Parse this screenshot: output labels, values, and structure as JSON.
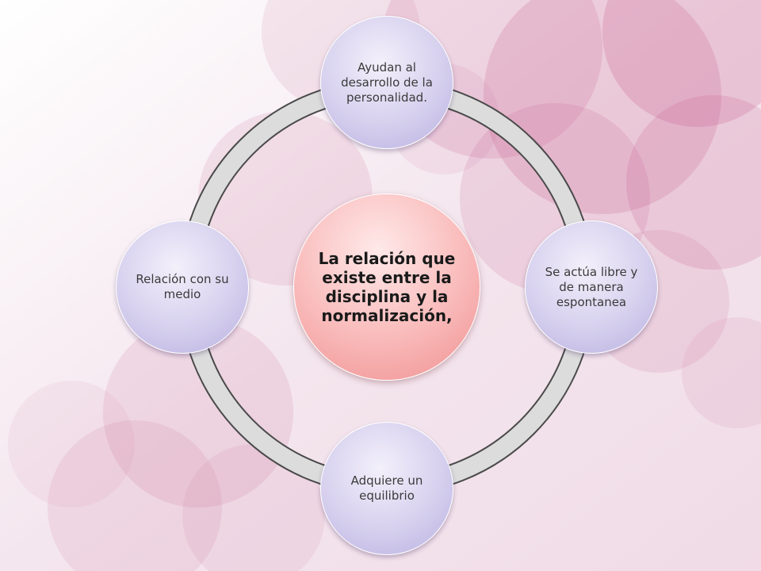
{
  "diagram": {
    "center": {
      "text": "La relación que existe entre la disciplina y la normalización,"
    },
    "nodes": [
      {
        "text": "Ayudan al desarrollo de la personalidad."
      },
      {
        "text": "Se  actúa libre y de manera espontanea"
      },
      {
        "text": "Adquiere un equilibrio"
      },
      {
        "text": "Relación con su medio"
      }
    ]
  },
  "colors": {
    "center_fill": "#f9b9b9",
    "node_fill": "#d6d0ee",
    "ring_fill": "#dcdcdc",
    "ring_border": "#4a4a4a"
  }
}
